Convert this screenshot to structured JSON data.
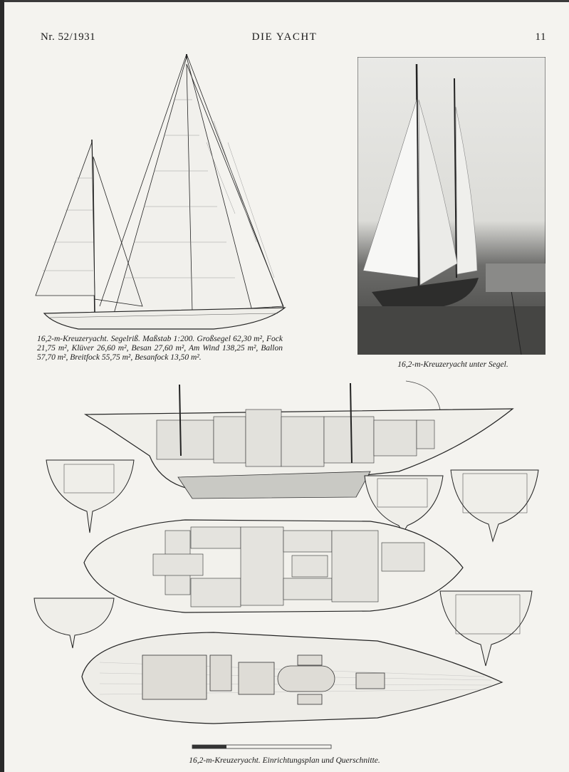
{
  "header": {
    "issue": "Nr. 52/1931",
    "magazine": "DIE YACHT",
    "page_number": "11"
  },
  "captions": {
    "sail_plan": "16,2-m-Kreuzeryacht. Segelriß. Maßstab 1:200. Großsegel 62,30 m², Fock 21,75 m², Klüver 26,60 m², Besan 27,60 m², Am Wind 138,25 m², Ballon 57,70 m², Breitfock 55,75 m², Besanfock 13,50 m².",
    "photo": "16,2-m-Kreuzeryacht unter Segel.",
    "accommodation_plan": "16,2-m-Kreuzeryacht. Einrichtungsplan und Querschnitte."
  },
  "figures": [
    {
      "name": "sail-plan-drawing"
    },
    {
      "name": "sailing-photo"
    },
    {
      "name": "profile-section-drawing"
    },
    {
      "name": "accommodation-plan-drawing"
    },
    {
      "name": "deck-plan-drawing"
    }
  ]
}
